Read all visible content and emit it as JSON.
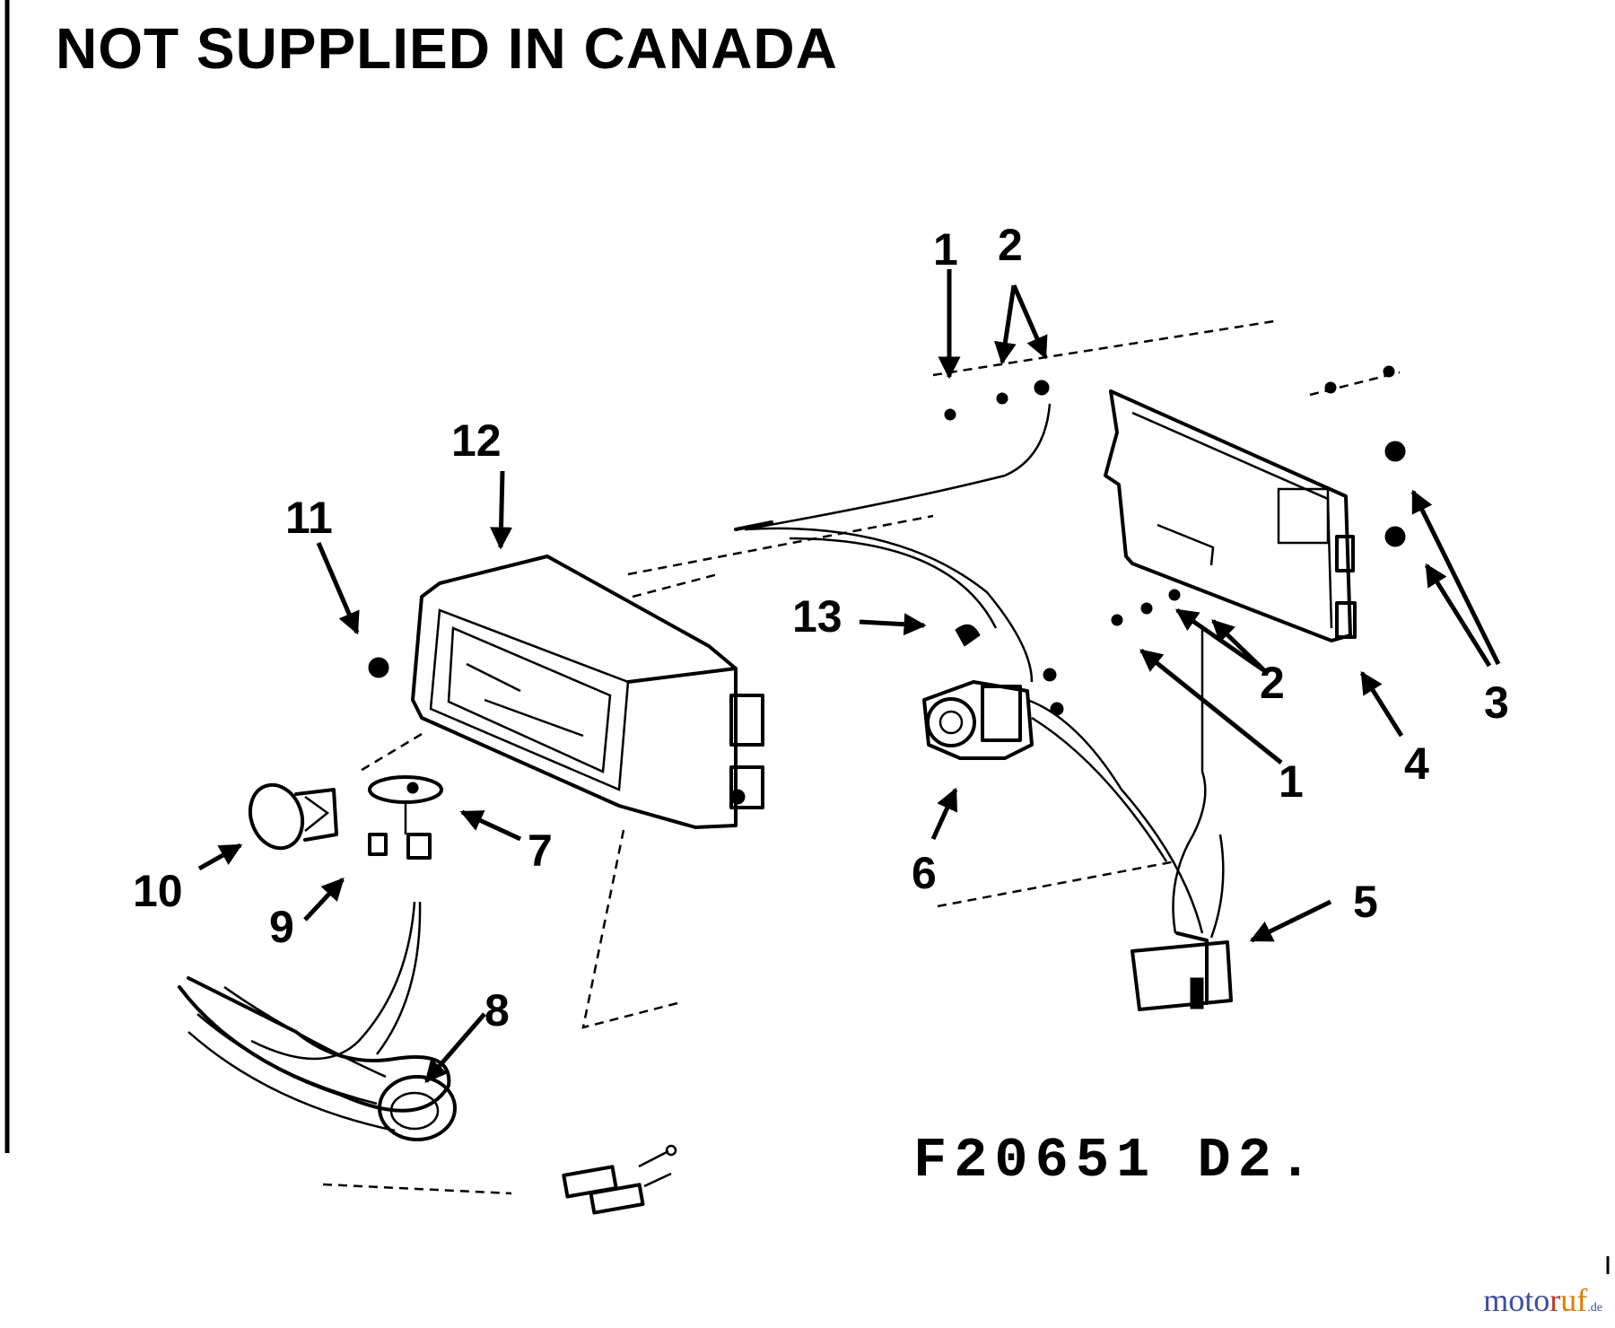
{
  "title": "NOT SUPPLIED IN CANADA",
  "drawing_code": "F20651 D2.",
  "callouts": {
    "c1_top": "1",
    "c2_top": "2",
    "c12": "12",
    "c11": "11",
    "c13": "13",
    "c2_right": "2",
    "c3": "3",
    "c1_right": "1",
    "c4": "4",
    "c7": "7",
    "c6": "6",
    "c10": "10",
    "c9": "9",
    "c5": "5",
    "c8": "8"
  },
  "watermark": {
    "main": "moto",
    "r": "r",
    "uf": "uf",
    "tld": ".de"
  },
  "colors": {
    "ink": "#000000",
    "watermark_blue": "#3a4fa0",
    "watermark_red": "#c0392b",
    "watermark_orange": "#e07b00"
  }
}
